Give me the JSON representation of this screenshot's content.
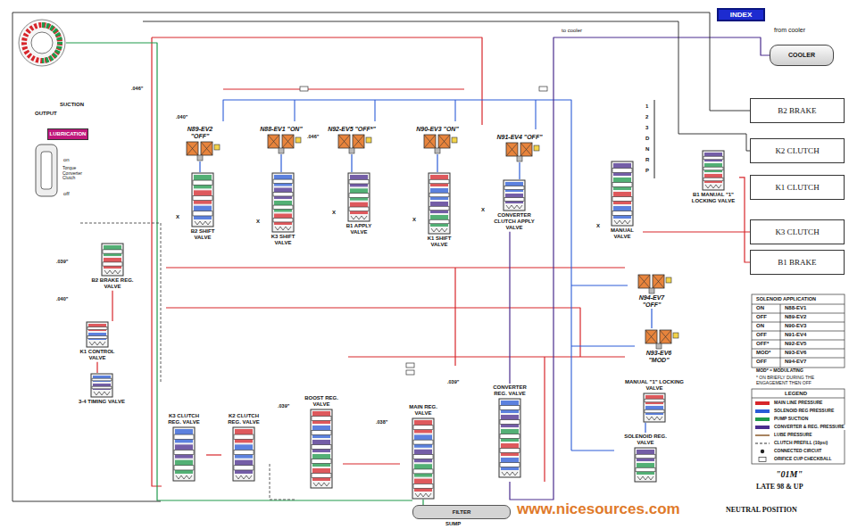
{
  "diagram": {
    "nodes": [
      {
        "text": [
          "INDEX"
        ]
      },
      {
        "text": [
          "COOLER"
        ]
      },
      {
        "text": [
          "B2 BRAKE"
        ]
      },
      {
        "text": [
          "K2 CLUTCH"
        ]
      },
      {
        "text": [
          "K1 CLUTCH"
        ]
      },
      {
        "text": [
          "K3 CLUTCH"
        ]
      },
      {
        "text": [
          "B1 BRAKE"
        ]
      },
      {
        "text": [
          "LUBRICATION"
        ]
      },
      {
        "text": [
          "N89-EV2 \"OFF\""
        ]
      },
      {
        "text": [
          "B2 SHIFT VALVE"
        ]
      },
      {
        "text": [
          "N88-EV1 \"ON\""
        ]
      },
      {
        "text": [
          "K3 SHIFT VALVE"
        ]
      },
      {
        "text": [
          "N92-EV5 \"OFF*\""
        ]
      },
      {
        "text": [
          "B1 APPLY VALVE"
        ]
      },
      {
        "text": [
          "N90-EV3 \"ON\""
        ]
      },
      {
        "text": [
          "K1 SHIFT VALVE"
        ]
      },
      {
        "text": [
          "N91-EV4 \"OFF\""
        ]
      },
      {
        "text": [
          "CONVERTER CLUTCH APPLY VALVE"
        ]
      },
      {
        "text": [
          "MANUAL VALVE"
        ]
      },
      {
        "text": [
          "B1 MANUAL \"1\" LOCKING VALVE"
        ]
      },
      {
        "text": [
          "B2 BRAKE REG. VALVE"
        ]
      },
      {
        "text": [
          "K1 CONTROL VALVE"
        ]
      },
      {
        "text": [
          "3-4 TIMING VALVE"
        ]
      },
      {
        "text": [
          "K3 CLUTCH REG. VALVE"
        ]
      },
      {
        "text": [
          "K2 CLUTCH REG. VALVE"
        ]
      },
      {
        "text": [
          "BOOST REG. VALVE"
        ]
      },
      {
        "text": [
          "MAIN REG. VALVE"
        ]
      },
      {
        "text": [
          "CONVERTER REG. VALVE"
        ]
      },
      {
        "text": [
          "MANUAL \"1\" LOCKING VALVE"
        ]
      },
      {
        "text": [
          "SOLENOID REG. VALVE"
        ]
      },
      {
        "text": [
          "N94-EV7 \"OFF\""
        ]
      },
      {
        "text": [
          "N93-EV6 \"MOD\""
        ]
      },
      {
        "text": [
          "FILTER"
        ]
      }
    ],
    "edges": [
      {
        "from": 8,
        "to": 9,
        "arrow": "none"
      },
      {
        "from": 10,
        "to": 11,
        "arrow": "none"
      },
      {
        "from": 12,
        "to": 13,
        "arrow": "none"
      },
      {
        "from": 14,
        "to": 15,
        "arrow": "none"
      },
      {
        "from": 16,
        "to": 17,
        "arrow": "none"
      },
      {
        "from": 19,
        "to": 6,
        "arrow": "none"
      },
      {
        "from": 18,
        "to": 5,
        "arrow": "none"
      },
      {
        "from": 26,
        "to": 32,
        "arrow": "none"
      },
      {
        "from": 25,
        "to": 26,
        "arrow": "none"
      },
      {
        "from": 27,
        "to": 17,
        "arrow": "none"
      },
      {
        "from": 24,
        "to": 23,
        "arrow": "none"
      },
      {
        "from": 30,
        "to": 31,
        "arrow": "none"
      },
      {
        "from": 29,
        "to": 28,
        "arrow": "none"
      },
      {
        "from": 20,
        "to": 21,
        "arrow": "none"
      },
      {
        "from": 21,
        "to": 22,
        "arrow": "none"
      }
    ],
    "labels": [
      "from cooler",
      "to cooler",
      "SUCTION",
      "OUTPUT",
      "on",
      "Torque Converter Clutch",
      "off",
      "1",
      "2",
      "3",
      "D",
      "N",
      "R",
      "P",
      "SOLENOID APPLICATION",
      "ON",
      "N88-EV1",
      "OFF",
      "N89-EV2",
      "ON",
      "N90-EV3",
      "OFF",
      "N91-EV4",
      "OFF*",
      "N92-EV5",
      "MOD*",
      "N93-EV6",
      "OFF",
      "N94-EV7",
      "MOD* = MODULATING",
      "* ON BRIEFLY DURING THE ENGAGEMENT THEN OFF",
      "LEGEND",
      "\"01M\"",
      "LATE 98 & UP",
      "NEUTRAL POSITION",
      "SUMP",
      "www.nicesources.com",
      ".046\"",
      ".040\"",
      ".046\"",
      ".039\"",
      ".040\"",
      ".039\"",
      ".038\"",
      ".039\"",
      "X",
      "X",
      "X",
      "X",
      "X",
      "X"
    ],
    "legend": [
      {
        "text": "MAIN LINE PRESSURE",
        "color": "#d7262b"
      },
      {
        "text": "SOLENOID REG PRESSURE",
        "color": "#2a5bd7"
      },
      {
        "text": "PUMP SUCTION",
        "color": "#1e9a4b"
      },
      {
        "text": "CONVERTER & REG. PRESSURE",
        "color": "#4a2c8e"
      },
      {
        "text": "LUBE PRESSURE"
      },
      {
        "text": "CLUTCH PREFILL (10psi)"
      },
      {
        "text": "CONNECTED CIRCUIT"
      },
      {
        "text": "ORIFICE CUP CHECKBALL"
      }
    ]
  }
}
